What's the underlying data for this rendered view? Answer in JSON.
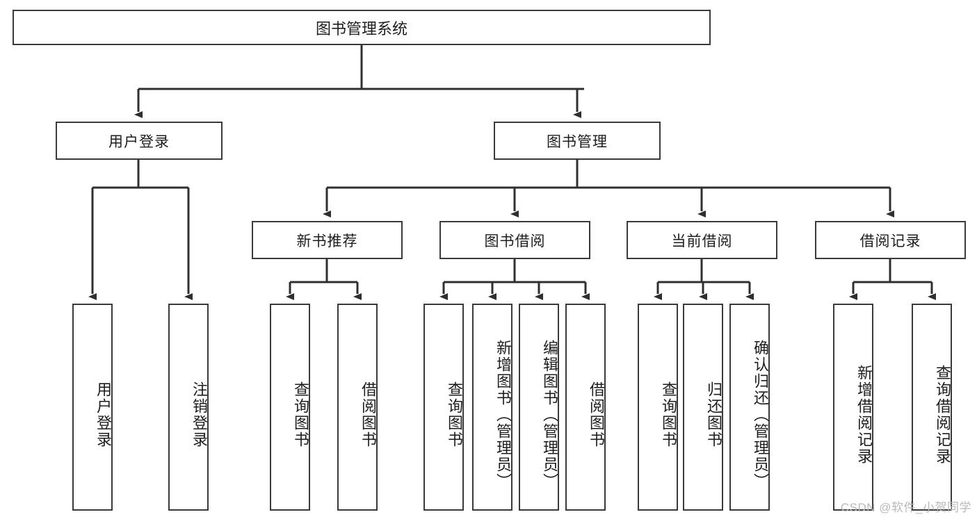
{
  "diagram": {
    "title": "图书管理系统",
    "type": "tree",
    "root": {
      "id": "root",
      "label": "图书管理系统"
    },
    "level2": [
      {
        "id": "user-login",
        "label": "用户登录"
      },
      {
        "id": "book-manage",
        "label": "图书管理"
      }
    ],
    "level3": [
      {
        "id": "new-book-rec",
        "label": "新书推荐",
        "parent": "book-manage"
      },
      {
        "id": "book-borrow",
        "label": "图书借阅",
        "parent": "book-manage"
      },
      {
        "id": "current-borrow",
        "label": "当前借阅",
        "parent": "book-manage"
      },
      {
        "id": "borrow-record",
        "label": "借阅记录",
        "parent": "book-manage"
      }
    ],
    "leaves": [
      {
        "id": "leaf-user-login",
        "label": "用户登录",
        "parent": "user-login"
      },
      {
        "id": "leaf-user-logout",
        "label": "注销登录",
        "parent": "user-login"
      },
      {
        "id": "leaf-query-book-1",
        "label": "查询图书",
        "parent": "new-book-rec"
      },
      {
        "id": "leaf-borrow-book-1",
        "label": "借阅图书",
        "parent": "new-book-rec"
      },
      {
        "id": "leaf-query-book-2",
        "label": "查询图书",
        "parent": "book-borrow"
      },
      {
        "id": "leaf-add-book",
        "label": "新增图书（管理员）",
        "parent": "book-borrow"
      },
      {
        "id": "leaf-edit-book",
        "label": "编辑图书（管理员）",
        "parent": "book-borrow"
      },
      {
        "id": "leaf-borrow-book-2",
        "label": "借阅图书",
        "parent": "book-borrow"
      },
      {
        "id": "leaf-query-book-3",
        "label": "查询图书",
        "parent": "current-borrow"
      },
      {
        "id": "leaf-return-book",
        "label": "归还图书",
        "parent": "current-borrow"
      },
      {
        "id": "leaf-confirm-return",
        "label": "确认归还（管理员）",
        "parent": "current-borrow"
      },
      {
        "id": "leaf-add-record",
        "label": "新增借阅记录",
        "parent": "borrow-record"
      },
      {
        "id": "leaf-query-record",
        "label": "查询借阅记录",
        "parent": "borrow-record"
      }
    ],
    "watermark": "CSDN @软件_小贺同学",
    "colors": {
      "stroke": "#3a3a3a",
      "fill": "#ffffff",
      "text": "#1d1d1d",
      "watermark": "#b9b9b9"
    }
  }
}
